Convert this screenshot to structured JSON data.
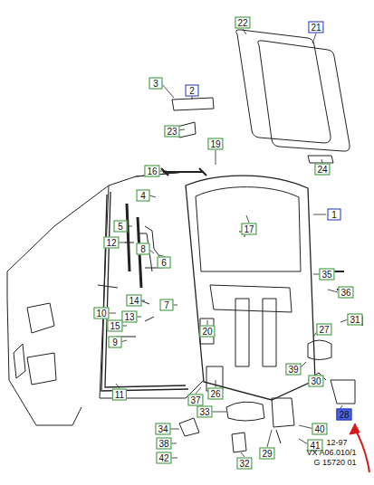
{
  "diagram": {
    "labels": [
      "22",
      "21",
      "3",
      "2",
      "23",
      "19",
      "16",
      "24",
      "4",
      "5",
      "17",
      "1",
      "12",
      "8",
      "6",
      "35",
      "36",
      "10",
      "14",
      "7",
      "31",
      "13",
      "15",
      "9",
      "20",
      "27",
      "39",
      "11",
      "30",
      "28",
      "37",
      "26",
      "33",
      "34",
      "40",
      "38",
      "41",
      "29",
      "42",
      "32",
      "12-97",
      "VX A06.010/1",
      "G 15720 01"
    ]
  }
}
